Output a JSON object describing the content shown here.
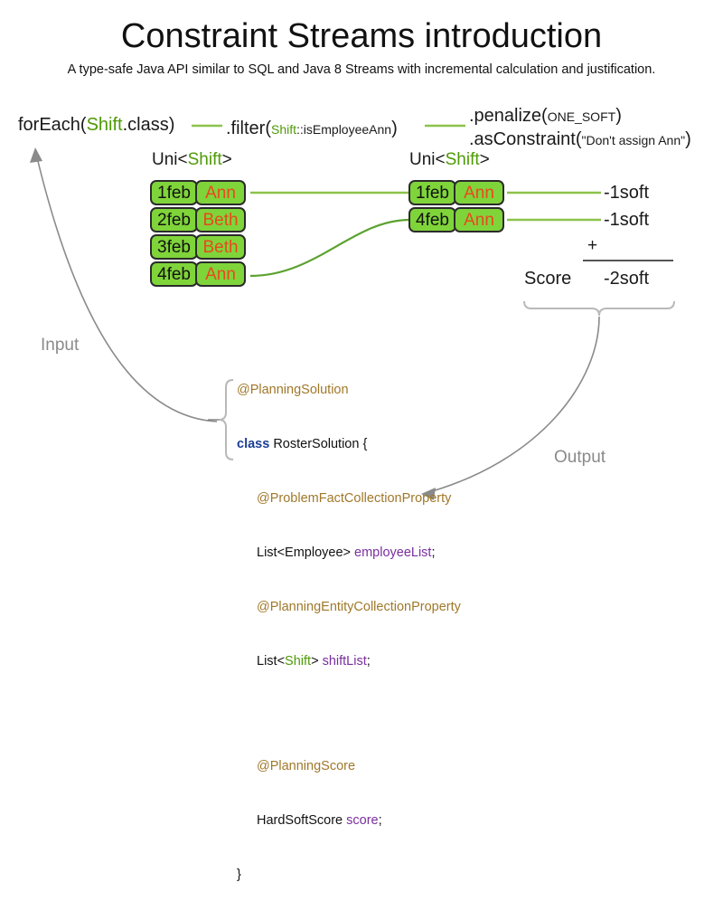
{
  "header": {
    "title": "Constraint Streams introduction",
    "subtitle": "A type-safe Java API similar to SQL and Java 8 Streams with incremental calculation and justification."
  },
  "pipeline": {
    "for_each": {
      "prefix": "forEach(",
      "type": "Shift",
      "suffix": ".class)"
    },
    "filter": {
      "prefix": ".filter(",
      "type": "Shift",
      "method": "::isEmployeeAnn",
      "suffix": ")"
    },
    "penalize": {
      "prefix": ".penalize(",
      "arg": "ONE_SOFT",
      "suffix": ")"
    },
    "as_constraint": {
      "prefix": ".asConstraint(",
      "arg": "\"Don't assign Ann\"",
      "suffix": ")"
    },
    "stream_type_left": {
      "prefix": "Uni<",
      "type": "Shift",
      "suffix": ">"
    },
    "stream_type_right": {
      "prefix": "Uni<",
      "type": "Shift",
      "suffix": ">"
    }
  },
  "shifts_input": [
    {
      "date": "1feb",
      "employee": "Ann"
    },
    {
      "date": "2feb",
      "employee": "Beth"
    },
    {
      "date": "3feb",
      "employee": "Beth"
    },
    {
      "date": "4feb",
      "employee": "Ann"
    }
  ],
  "shifts_filtered": [
    {
      "date": "1feb",
      "employee": "Ann"
    },
    {
      "date": "4feb",
      "employee": "Ann"
    }
  ],
  "score_panel": {
    "penalty_1": "-1soft",
    "penalty_2": "-1soft",
    "operator": "+",
    "score_label": "Score",
    "total": "-2soft"
  },
  "code": {
    "line_1_annotation": "@PlanningSolution",
    "line_2_keyword": "class",
    "line_2_name": " RosterSolution {",
    "line_3_annotation": "@ProblemFactCollectionProperty",
    "line_4_type": "List<Employee> ",
    "line_4_field": "employeeList",
    "line_4_semi": ";",
    "line_5_annotation": "@PlanningEntityCollectionProperty",
    "line_6_type_open": "List<",
    "line_6_generic": "Shift",
    "line_6_type_close": "> ",
    "line_6_field": "shiftList",
    "line_6_semi": ";",
    "line_7_annotation": "@PlanningScore",
    "line_8_type": "HardSoftScore ",
    "line_8_field": "score",
    "line_8_semi": ";",
    "line_9_close": "}"
  },
  "flow": {
    "input_label": "Input",
    "output_label": "Output"
  },
  "colors": {
    "card_fill": "#7FD43A",
    "card_border": "#2b2b2b",
    "employee_text": "#E8491E",
    "type_green": "#4f9a06",
    "connector_green": "#8BC34A",
    "flow_gray": "#8a8a8a",
    "annotation_brown": "#A0782A",
    "keyword_blue": "#1b3f94",
    "field_purple": "#7a2f9e"
  }
}
